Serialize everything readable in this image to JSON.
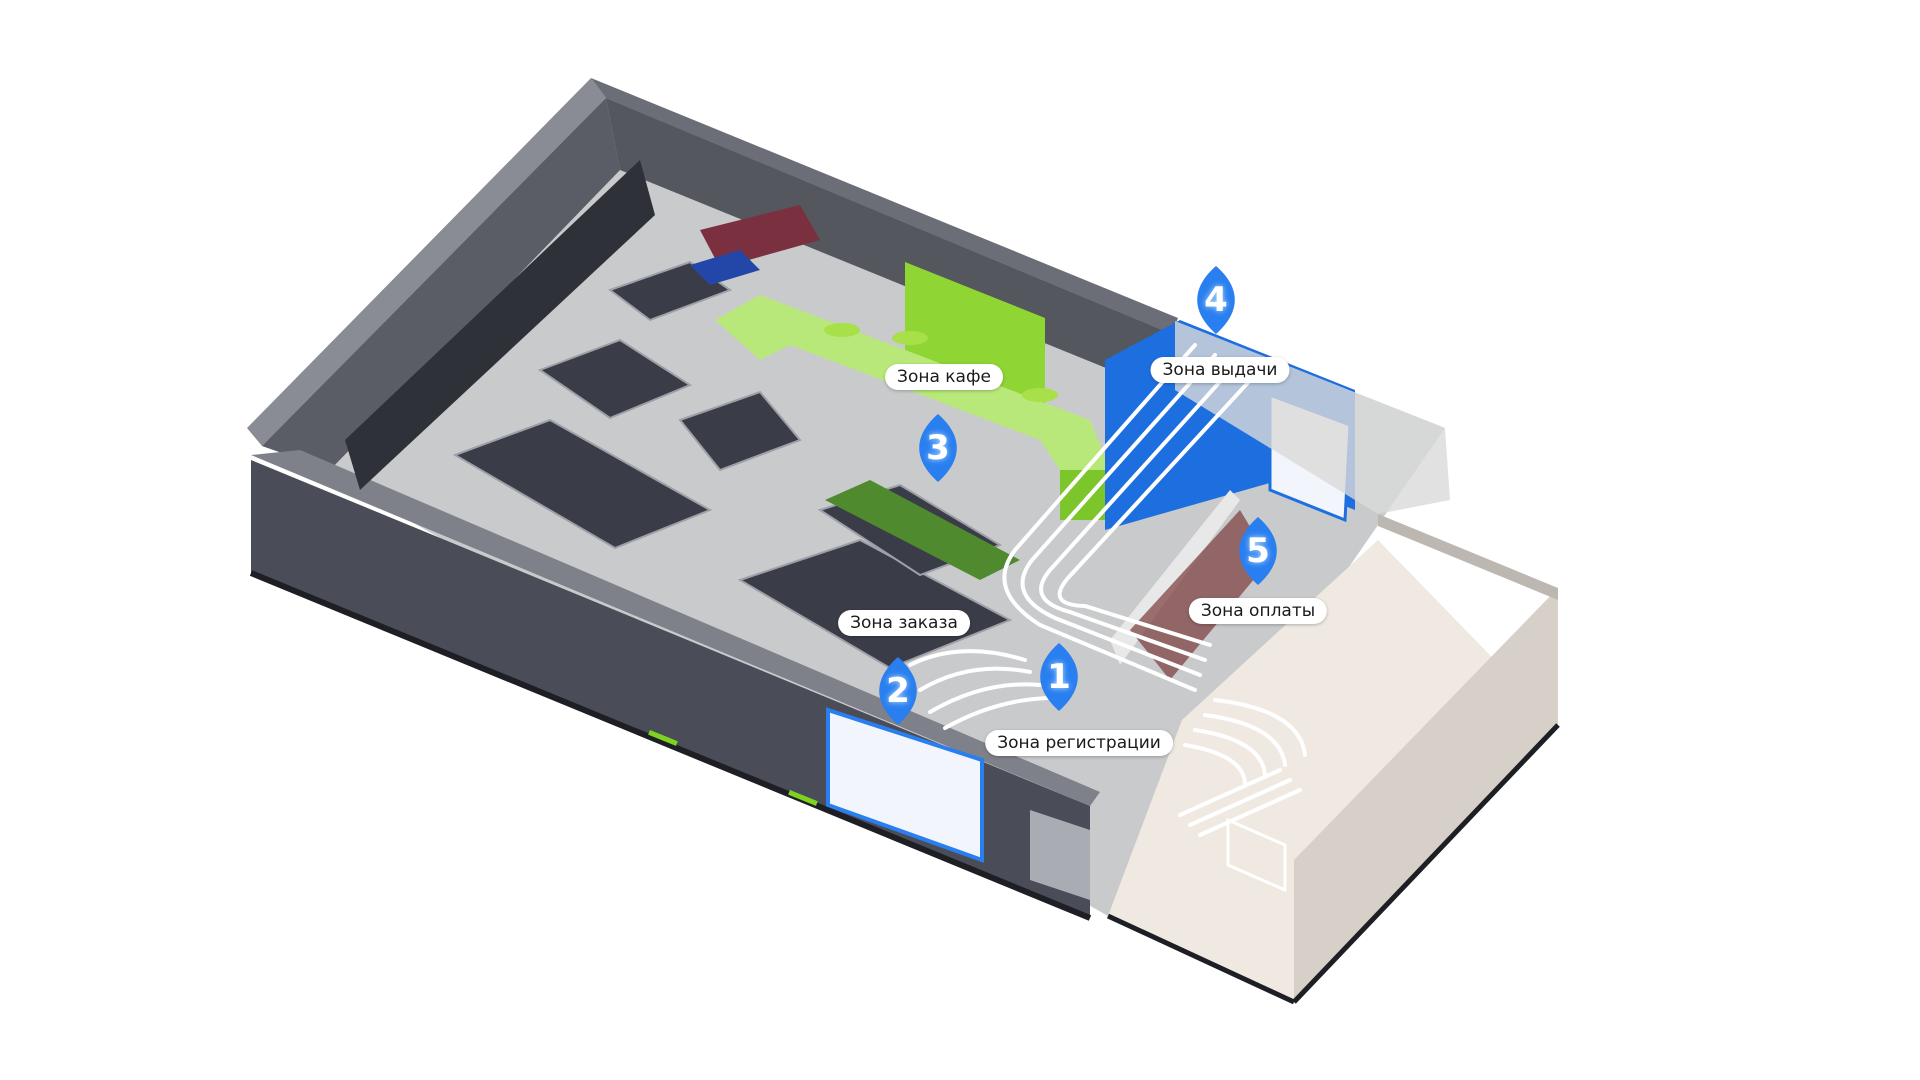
{
  "zones": [
    {
      "id": "cafe",
      "label": "Зона кафе"
    },
    {
      "id": "pickup",
      "label": "Зона выдачи"
    },
    {
      "id": "order",
      "label": "Зона заказа"
    },
    {
      "id": "payment",
      "label": "Зона оплаты"
    },
    {
      "id": "registration",
      "label": "Зона регистрации"
    }
  ],
  "markers": [
    {
      "number": "1"
    },
    {
      "number": "2"
    },
    {
      "number": "3"
    },
    {
      "number": "4"
    },
    {
      "number": "5"
    }
  ],
  "colors": {
    "wall": "#4a4c57",
    "floor": "#c9cacc",
    "cafe_green": "#9fdc3c",
    "pickup_blue": "#1d6fe0",
    "marker_blue": "#2a7ff0",
    "entrance": "#efe9e2"
  }
}
